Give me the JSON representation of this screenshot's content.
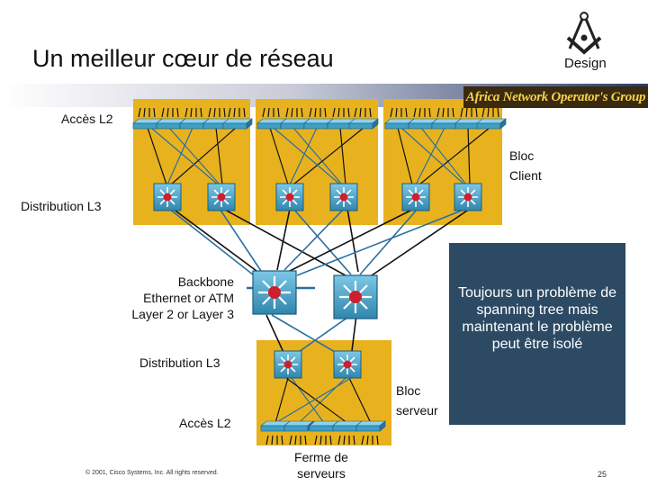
{
  "slide": {
    "title": "Un meilleur cœur de réseau",
    "section": "Design",
    "org_banner": "Africa Network Operator's Group",
    "footer_copyright": "© 2001, Cisco Systems, Inc. All rights reserved.",
    "page_number": "25"
  },
  "labels": {
    "access_top": "Accès L2",
    "client_block_line1": "Bloc",
    "client_block_line2": "Client",
    "distribution_top": "Distribution L3",
    "backbone_line1": "Backbone",
    "backbone_line2": "Ethernet or ATM",
    "backbone_line3": "Layer 2 or Layer 3",
    "distribution_bottom": "Distribution L3",
    "server_block_line1": "Bloc",
    "server_block_line2": "serveur",
    "access_bottom": "Accès L2",
    "server_farm_line1": "Ferme de",
    "server_farm_line2": "serveurs"
  },
  "callout": {
    "text": "Toujours un problème de spanning tree mais maintenant le problème peut être isolé",
    "bg_color": "#2c4a63"
  },
  "colors": {
    "block_yellow": "#e8b21e",
    "switch_blue": "#3f9fc4",
    "router_red": "#cc1f2f",
    "banner_gradient_end": "#2a3a6a"
  },
  "icons": [
    "compass-square-logo",
    "layer2-switch-icon",
    "layer3-switch-icon",
    "backbone-switch-icon"
  ]
}
